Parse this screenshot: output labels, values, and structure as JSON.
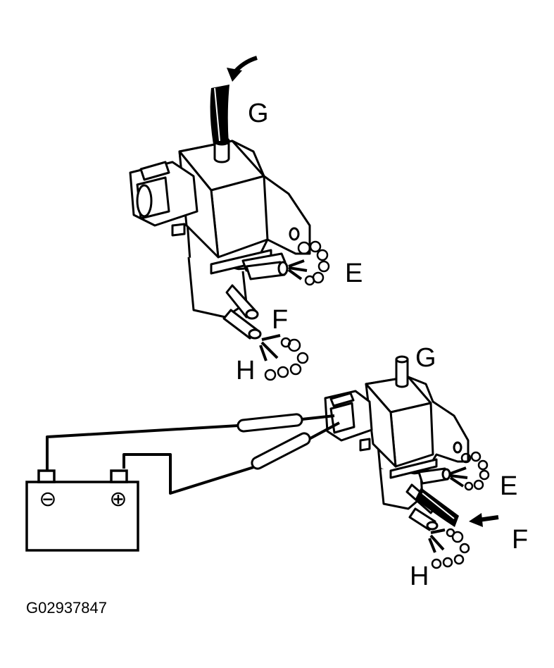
{
  "figure_code": "G02937847",
  "upper_valve": {
    "labels": {
      "g": "G",
      "e": "E",
      "f": "F",
      "h": "H"
    }
  },
  "lower_valve": {
    "labels": {
      "g": "G",
      "e": "E",
      "f": "F",
      "h": "H"
    }
  },
  "battery": {
    "negative_symbol": "⊖",
    "positive_symbol": "⊕"
  },
  "colors": {
    "ink": "#000000",
    "paper": "#ffffff"
  }
}
